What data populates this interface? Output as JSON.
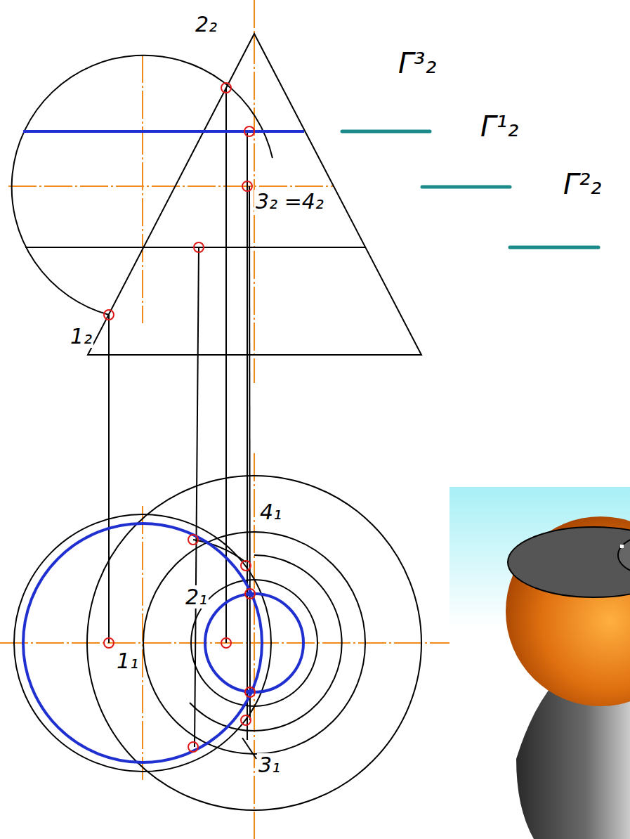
{
  "diagram": {
    "labels": [
      "2₂",
      "1₂",
      "3₂ =4₂",
      "Г³₂",
      "Г¹₂",
      "Г²₂",
      "4₁",
      "2₁",
      "1₁",
      "3₁"
    ]
  }
}
